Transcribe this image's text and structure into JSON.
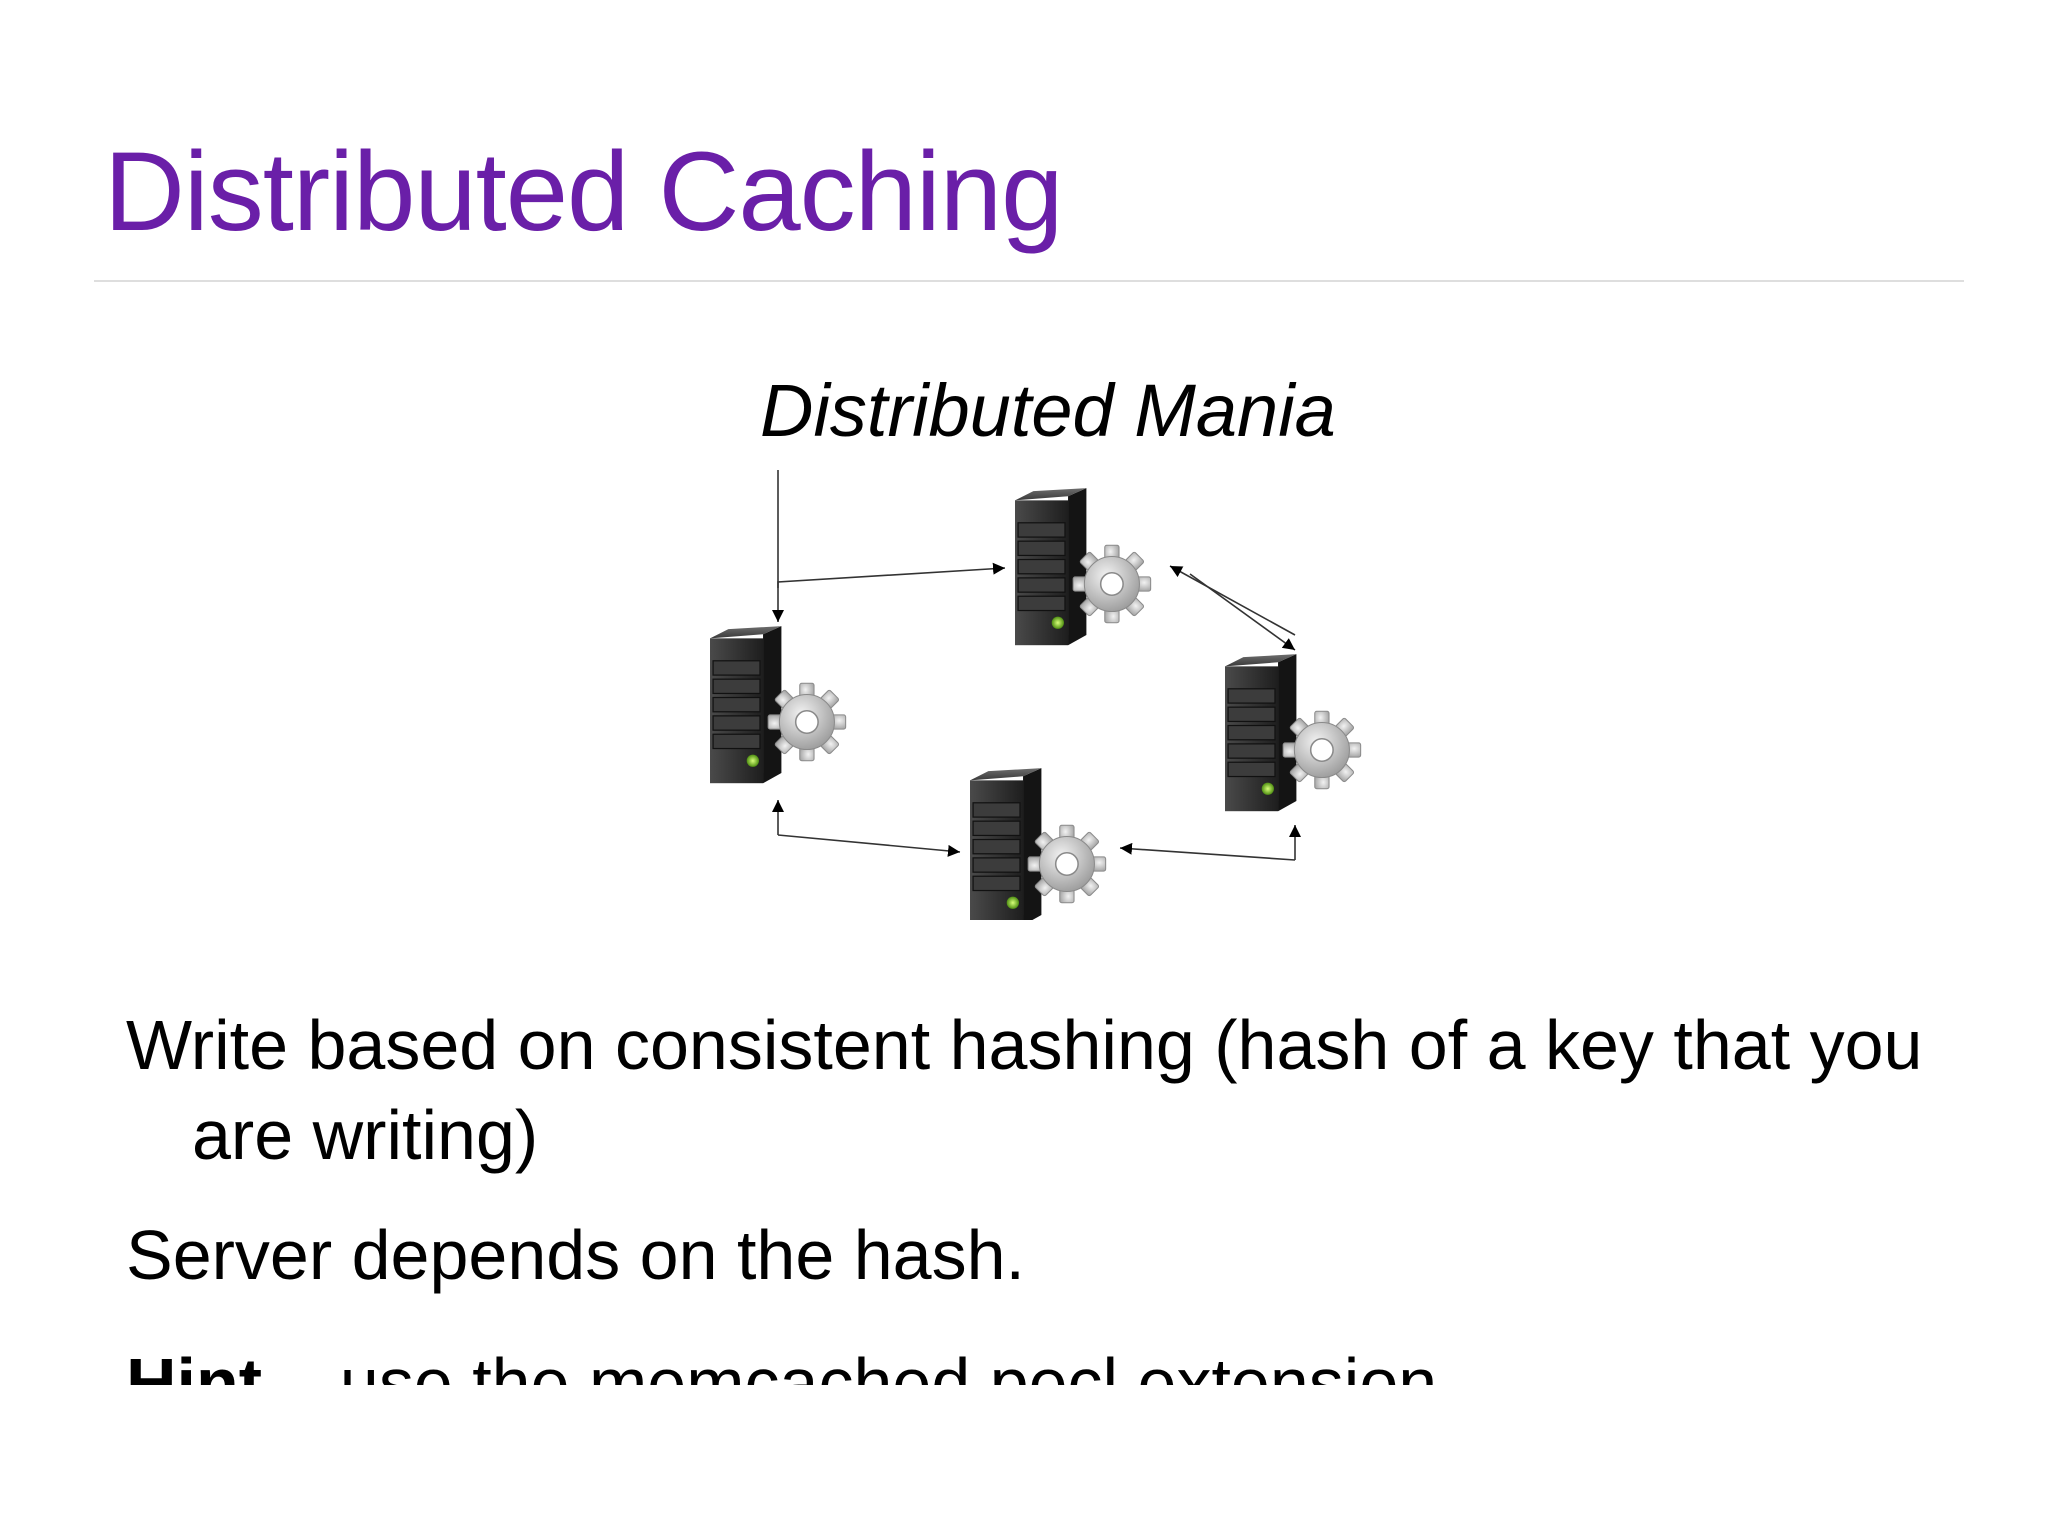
{
  "slide": {
    "title": "Distributed Caching",
    "diagram_caption": "Distributed Mania",
    "paragraphs": [
      "Write based on consistent hashing (hash of a key that you are writing)",
      "Server depends on the hash."
    ],
    "hint_label": "Hint",
    "hint_text": " – use the memcached pecl extension"
  },
  "colors": {
    "title": "#6a1fa8",
    "rule": "#dedede",
    "server_body": "#2f2f2f",
    "gear": "#b4b4b4",
    "led": "#8fd13a"
  },
  "icons": [
    "server-icon",
    "gear-icon",
    "arrow-icon"
  ]
}
